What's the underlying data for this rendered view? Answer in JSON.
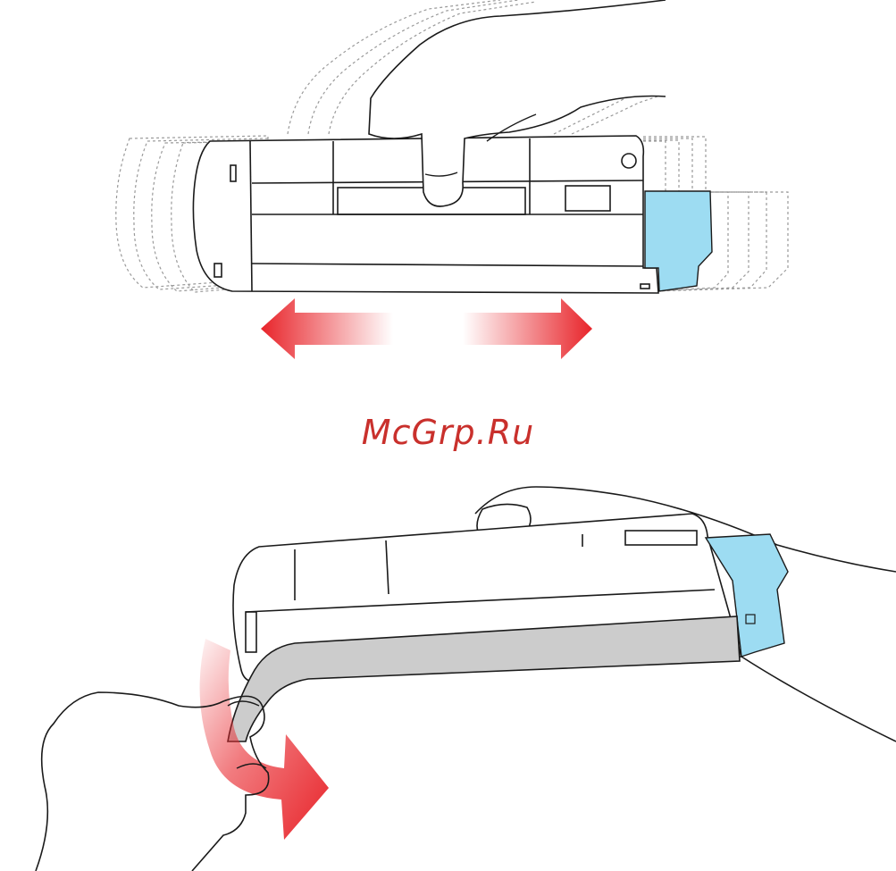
{
  "watermark": {
    "text": "McGrp.Ru"
  },
  "colors": {
    "outline": "#1a1a1a",
    "ghost": "#9a9a9a",
    "cap": "#9ddcf2",
    "tape": "#cccccc",
    "arrow": "#e8242a",
    "watermark": "#c9302c"
  },
  "icons": {
    "shake_arrow_left": "arrow-left",
    "shake_arrow_right": "arrow-right",
    "peel_arrow": "curved-arrow-down-right"
  }
}
